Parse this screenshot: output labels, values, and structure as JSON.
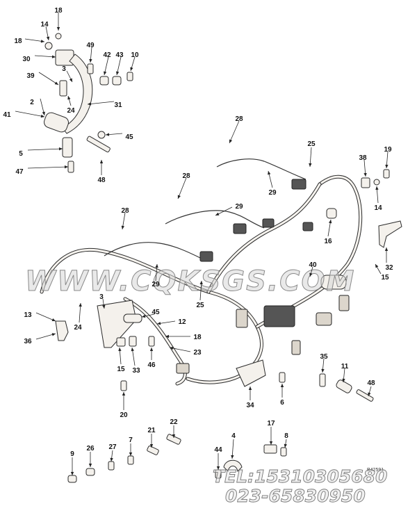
{
  "diagram": {
    "callouts": [
      "18",
      "14",
      "18",
      "49",
      "42",
      "43",
      "10",
      "30",
      "3",
      "39",
      "24",
      "2",
      "31",
      "41",
      "45",
      "5",
      "48",
      "47",
      "28",
      "25",
      "19",
      "38",
      "28",
      "29",
      "14",
      "16",
      "28",
      "29",
      "32",
      "15",
      "40",
      "29",
      "25",
      "13",
      "24",
      "3",
      "45",
      "12",
      "18",
      "36",
      "23",
      "15",
      "33",
      "46",
      "35",
      "11",
      "48",
      "20",
      "34",
      "6",
      "22",
      "21",
      "17",
      "9",
      "26",
      "27",
      "7",
      "44",
      "4",
      "8"
    ],
    "drawing_code": "B42591"
  },
  "watermark": {
    "site": "WWW.CQKSGS.COM",
    "tel": "TEL:15310305680",
    "phone": "023-65830950"
  },
  "colors": {
    "line": "#222222",
    "part_fill": "#f4f1ec",
    "background": "#ffffff"
  }
}
